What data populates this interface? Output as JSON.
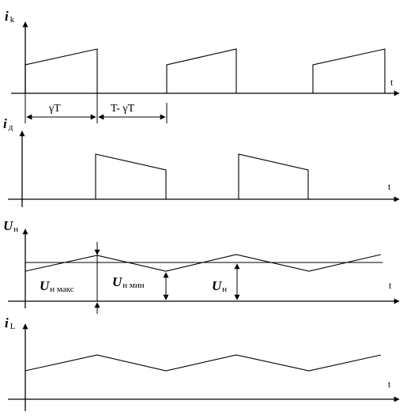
{
  "panels": [
    {
      "id": "ik",
      "label_main": "i",
      "label_sub": "k",
      "time_label": "t"
    },
    {
      "id": "id",
      "label_main": "i",
      "label_sub": "д",
      "time_label": "t"
    },
    {
      "id": "un",
      "label_main": "U",
      "label_sub": "н",
      "time_label": "t",
      "annotations": [
        {
          "main": "U",
          "sub": "н макс"
        },
        {
          "main": "U",
          "sub": "н мин"
        },
        {
          "main": "U",
          "sub": "н"
        }
      ]
    },
    {
      "id": "il",
      "label_main": "i",
      "label_sub": "L",
      "time_label": "t"
    }
  ],
  "periods": {
    "on": "γT",
    "off": "T- γT"
  }
}
